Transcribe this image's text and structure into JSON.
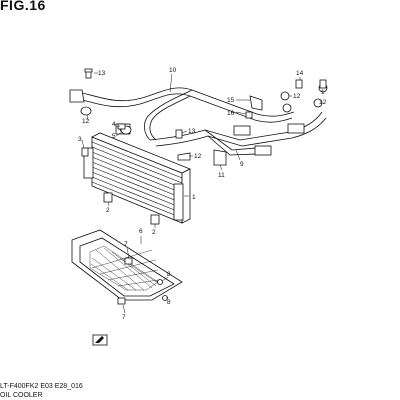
{
  "figure": {
    "title": "FIG.16",
    "code": "LT-F400FK2 E03 E28_016",
    "name": "OIL COOLER"
  },
  "callouts": [
    {
      "id": "c1",
      "text": "13"
    },
    {
      "id": "c2",
      "text": "10"
    },
    {
      "id": "c3",
      "text": "14"
    },
    {
      "id": "c4",
      "text": "15"
    },
    {
      "id": "c5",
      "text": "16"
    },
    {
      "id": "c6",
      "text": "12"
    },
    {
      "id": "c7",
      "text": "12"
    },
    {
      "id": "c8",
      "text": "1"
    },
    {
      "id": "c9",
      "text": "12"
    },
    {
      "id": "c10",
      "text": "4"
    },
    {
      "id": "c11",
      "text": "5"
    },
    {
      "id": "c12",
      "text": "3"
    },
    {
      "id": "c13",
      "text": "13"
    },
    {
      "id": "c14",
      "text": "12"
    },
    {
      "id": "c15",
      "text": "9"
    },
    {
      "id": "c16",
      "text": "11"
    },
    {
      "id": "c17",
      "text": "1"
    },
    {
      "id": "c18",
      "text": "2"
    },
    {
      "id": "c19",
      "text": "2"
    },
    {
      "id": "c20",
      "text": "6"
    },
    {
      "id": "c21",
      "text": "7"
    },
    {
      "id": "c22",
      "text": "8"
    },
    {
      "id": "c23",
      "text": "8"
    },
    {
      "id": "c24",
      "text": "7"
    }
  ]
}
